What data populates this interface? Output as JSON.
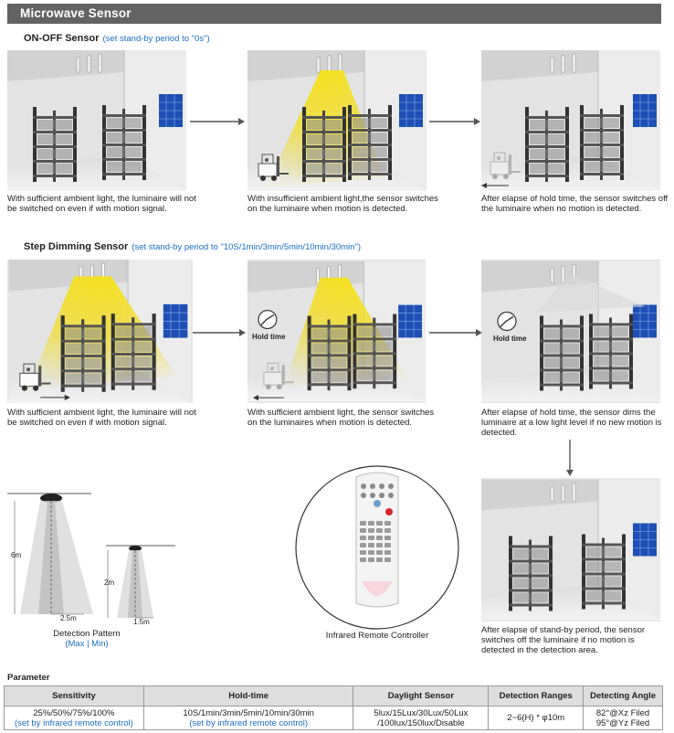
{
  "header": {
    "title": "Microwave Sensor"
  },
  "onoff": {
    "title": "ON-OFF Sensor",
    "note": "(set stand-by period to \"0s\")",
    "captions": [
      "With sufficient ambient light, the luminaire will not be switched on even if with motion signal.",
      "With insufficient ambient light,the sensor switches on the luminaire when motion is detected.",
      "After elapse of hold time, the sensor switches off the luminaire when no motion is detected."
    ]
  },
  "dimming": {
    "title": "Step Dimming Sensor",
    "note": "(set stand-by period to \"10S/1min/3min/5min/10min/30min\")",
    "hold_label": "Hold time",
    "captions": [
      "With sufficient ambient light, the luminaire will not be switched on even if with motion signal.",
      "With sufficient ambient light, the sensor switches on the luminaires when motion is detected.",
      "After elapse of hold time, the sensor dims the luminaire at a low light level if no new motion is detected.",
      "After elapse of stand-by period, the sensor switches off the luminaire if no motion is detected in the detection area."
    ]
  },
  "pattern": {
    "label_height_max": "6m",
    "label_width_max": "2.5m",
    "label_height_min": "2m",
    "label_width_min": "1.5m",
    "caption": "Detection Pattern",
    "sub_caption": "(Max | Min)"
  },
  "remote": {
    "caption": "Infrared Remote Controller"
  },
  "parameter": {
    "title": "Parameter",
    "headers": [
      "Sensitivity",
      "Hold-time",
      "Daylight Sensor",
      "Detection Ranges",
      "Detecting Angle"
    ],
    "row": {
      "sensitivity": "25%/50%/75%/100%",
      "sensitivity_note": "(set by infrared remote control)",
      "hold_time": "10S/1min/3min/5min/10min/30min",
      "hold_time_note": "(set by infrared remote control)",
      "daylight_line1": "5lux/15Lux/30Lux/50Lux",
      "daylight_line2": "/100lux/150lux/Disable",
      "ranges": "2~6(H) * φ10m",
      "angle_line1": "82°@Xz Filed",
      "angle_line2": "95°@Yz Filed"
    }
  },
  "colors": {
    "header": "#636363",
    "accent_blue": "#1a6fc4",
    "light_beam": "#f2dc2a",
    "table_header": "#dedede"
  }
}
